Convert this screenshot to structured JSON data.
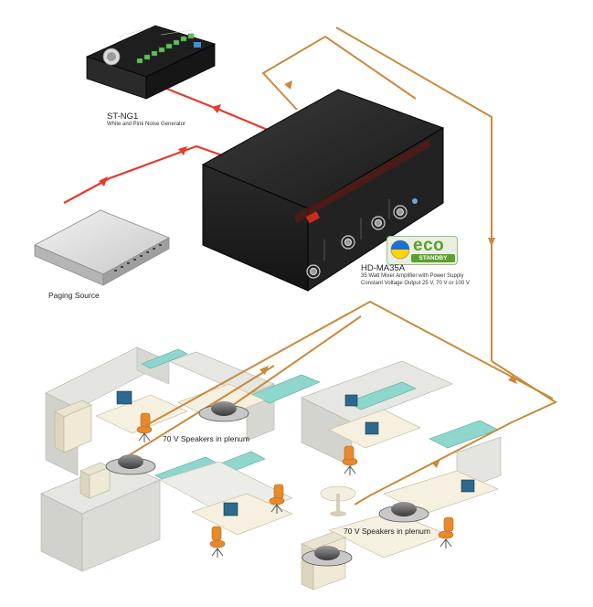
{
  "devices": {
    "noise_generator": {
      "model": "ST-NG1",
      "description": "White and Pink Noise Generator"
    },
    "paging_source": {
      "label": "Paging Source"
    },
    "amplifier": {
      "model": "HD-MA35A",
      "line1": "35 Watt Mixer Amplifier with Power Supply",
      "line2": "Constant Voltage Output 25 V, 70 V or 100 V",
      "badge_word": "eco",
      "badge_sub": "STANDBY"
    }
  },
  "speaker_groups": [
    {
      "label": "70 V Speakers in plenum"
    },
    {
      "label": "70 V Speakers in plenum"
    }
  ],
  "colors": {
    "audio_line": "#e53a2a",
    "speaker_line": "#c98a3c",
    "amplifier_body": "#1c1c1c",
    "eco_green": "#5aa02c",
    "cubicle_glass": "#7fcfc6",
    "chair_orange": "#e98a2a",
    "panel_gray": "#d9d9d5"
  },
  "icons": [
    "noise-generator-device",
    "paging-source-device",
    "amplifier-device",
    "ceiling-speaker-icon",
    "office-chair-icon",
    "monitor-icon"
  ]
}
